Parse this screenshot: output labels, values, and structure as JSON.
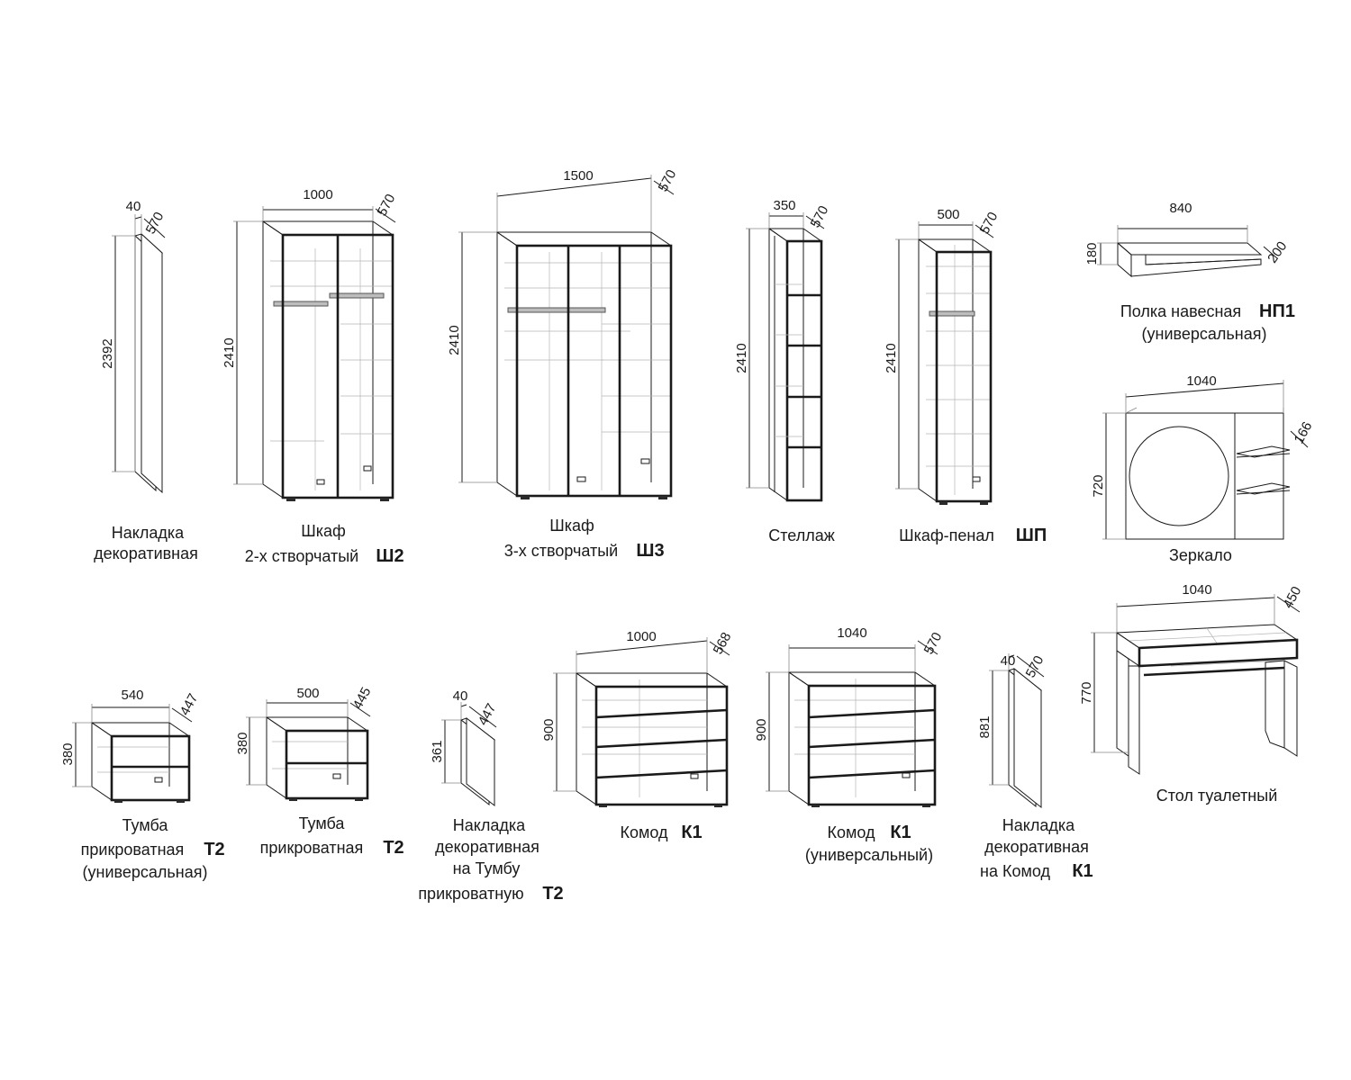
{
  "items": {
    "overlay_tall": {
      "width": "40",
      "depth": "570",
      "height": "2392",
      "label_line1": "Накладка",
      "label_line2": "декоративная"
    },
    "wardrobe_2door": {
      "width": "1000",
      "depth": "570",
      "height": "2410",
      "label_line1": "Шкаф",
      "label_line2": "2-х створчатый",
      "code": "Ш2"
    },
    "wardrobe_3door": {
      "width": "1500",
      "depth": "570",
      "height": "2410",
      "label_line1": "Шкаф",
      "label_line2": "3-х створчатый",
      "code": "Ш3"
    },
    "shelving": {
      "width": "350",
      "depth": "570",
      "height": "2410",
      "label": "Стеллаж"
    },
    "pencil_case": {
      "width": "500",
      "depth": "570",
      "height": "2410",
      "label": "Шкаф-пенал",
      "code": "ШП"
    },
    "wall_shelf": {
      "width": "840",
      "depth": "200",
      "height": "180",
      "label": "Полка навесная",
      "code": "НП1",
      "note": "(универсальная)"
    },
    "mirror": {
      "width": "1040",
      "height": "720",
      "shelf_depth": "166",
      "label": "Зеркало"
    },
    "nightstand_universal": {
      "width": "540",
      "depth": "447",
      "height": "380",
      "label_line1": "Тумба",
      "label_line2": "прикроватная",
      "code": "Т2",
      "note": "(универсальная)"
    },
    "nightstand": {
      "width": "500",
      "depth": "445",
      "height": "380",
      "label_line1": "Тумба",
      "label_line2": "прикроватная",
      "code": "Т2"
    },
    "overlay_nightstand": {
      "width": "40",
      "depth": "447",
      "height": "361",
      "label_line1": "Накладка",
      "label_line2": "декоративная",
      "label_line3": "на Тумбу",
      "label_line4": "прикроватную",
      "code": "Т2"
    },
    "dresser": {
      "width": "1000",
      "depth": "568",
      "height": "900",
      "label": "Комод",
      "code": "К1"
    },
    "dresser_universal": {
      "width": "1040",
      "depth": "570",
      "height": "900",
      "label": "Комод",
      "code": "К1",
      "note": "(универсальный)"
    },
    "overlay_dresser": {
      "width": "40",
      "depth": "570",
      "height": "881",
      "label_line1": "Накладка",
      "label_line2": "декоративная",
      "label_line3": "на Комод",
      "code": "К1"
    },
    "vanity_table": {
      "width": "1040",
      "depth": "450",
      "height": "770",
      "label": "Стол туалетный"
    }
  }
}
